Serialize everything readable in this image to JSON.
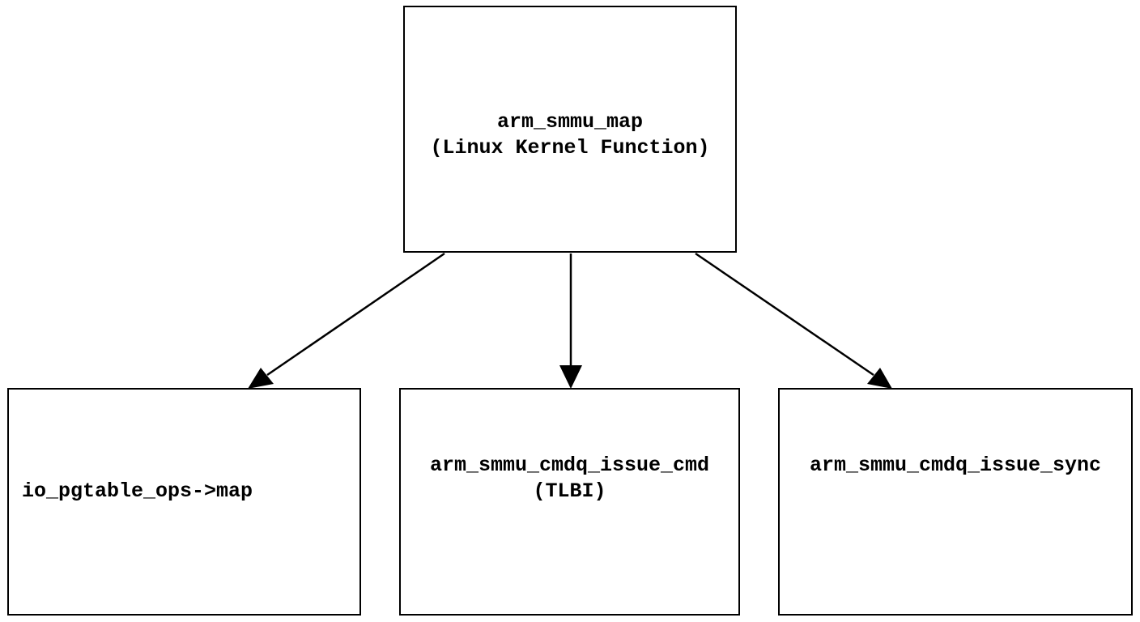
{
  "nodes": {
    "root": {
      "title": "arm_smmu_map",
      "subtitle": "(Linux Kernel Function)"
    },
    "left": {
      "title": "io_pgtable_ops->map"
    },
    "middle": {
      "title": "arm_smmu_cmdq_issue_cmd",
      "subtitle": "(TLBI)"
    },
    "right": {
      "title": "arm_smmu_cmdq_issue_sync"
    }
  },
  "edges": [
    {
      "from": "arm_smmu_map",
      "to": "io_pgtable_ops->map"
    },
    {
      "from": "arm_smmu_map",
      "to": "arm_smmu_cmdq_issue_cmd"
    },
    {
      "from": "arm_smmu_map",
      "to": "arm_smmu_cmdq_issue_sync"
    }
  ],
  "colors": {
    "stroke": "#000000",
    "fill": "#ffffff",
    "text": "#000000"
  }
}
